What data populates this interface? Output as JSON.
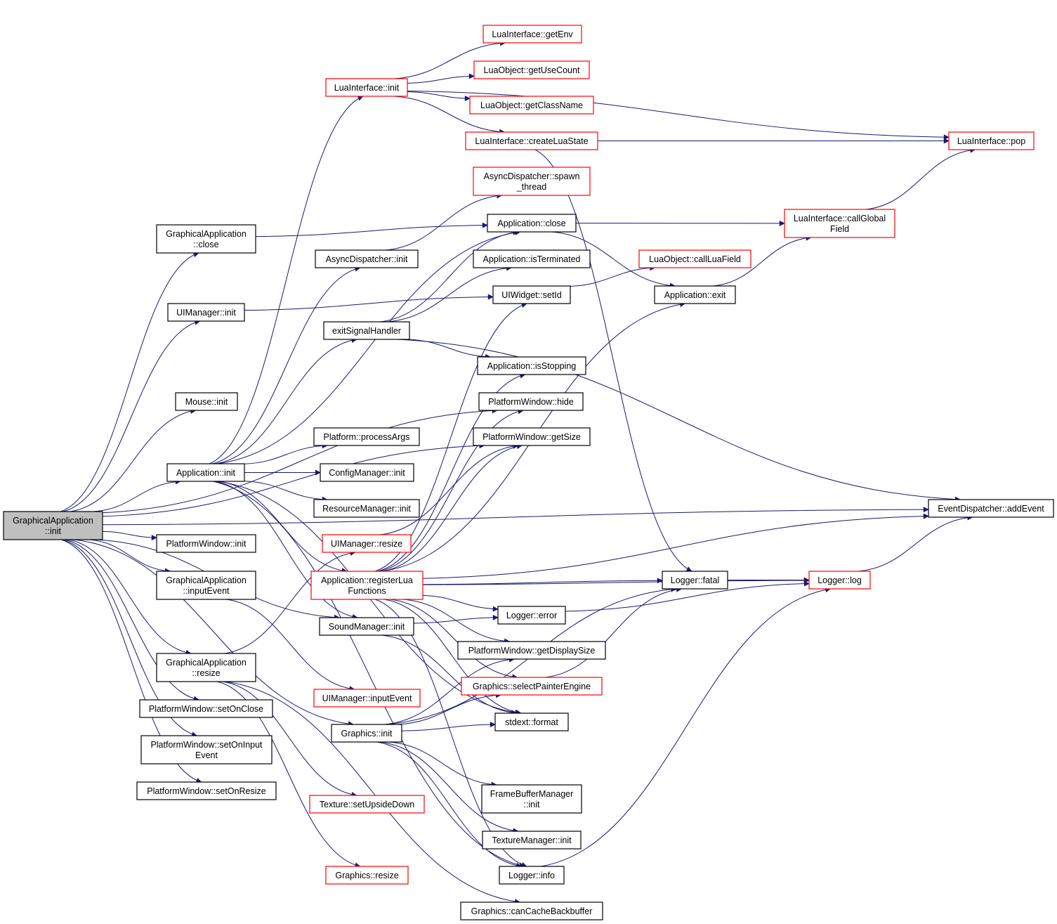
{
  "colors": {
    "edge": "#191970",
    "root_fill": "#bfbfbf",
    "node_fill": "#ffffff",
    "border_default": "#000000",
    "border_truncated": "#ff0000",
    "text": "#000000"
  },
  "nodes": [
    {
      "id": "root",
      "lines": [
        "GraphicalApplication",
        "::init"
      ],
      "root": true
    },
    {
      "id": "ga_close",
      "lines": [
        "GraphicalApplication",
        "::close"
      ]
    },
    {
      "id": "uimgr_init",
      "lines": [
        "UIManager::init"
      ]
    },
    {
      "id": "mouse_init",
      "lines": [
        "Mouse::init"
      ]
    },
    {
      "id": "app_init",
      "lines": [
        "Application::init"
      ]
    },
    {
      "id": "pw_init",
      "lines": [
        "PlatformWindow::init"
      ]
    },
    {
      "id": "ga_inputevent",
      "lines": [
        "GraphicalApplication",
        "::inputEvent"
      ]
    },
    {
      "id": "ga_resize",
      "lines": [
        "GraphicalApplication",
        "::resize"
      ]
    },
    {
      "id": "pw_setonclose",
      "lines": [
        "PlatformWindow::setOnClose"
      ]
    },
    {
      "id": "pw_setoninput",
      "lines": [
        "PlatformWindow::setOnInput",
        "Event"
      ]
    },
    {
      "id": "pw_setonresize",
      "lines": [
        "PlatformWindow::setOnResize"
      ]
    },
    {
      "id": "lua_init",
      "lines": [
        "LuaInterface::init"
      ],
      "truncated": true
    },
    {
      "id": "async_init",
      "lines": [
        "AsyncDispatcher::init"
      ]
    },
    {
      "id": "exitsig",
      "lines": [
        "exitSignalHandler"
      ]
    },
    {
      "id": "platform_args",
      "lines": [
        "Platform::processArgs"
      ]
    },
    {
      "id": "config_init",
      "lines": [
        "ConfigManager::init"
      ]
    },
    {
      "id": "resource_init",
      "lines": [
        "ResourceManager::init"
      ]
    },
    {
      "id": "uimgr_resize",
      "lines": [
        "UIManager::resize"
      ],
      "truncated": true
    },
    {
      "id": "app_reglua",
      "lines": [
        "Application::registerLua",
        "Functions"
      ],
      "truncated": true
    },
    {
      "id": "sound_init",
      "lines": [
        "SoundManager::init"
      ]
    },
    {
      "id": "uimgr_inputevent",
      "lines": [
        "UIManager::inputEvent"
      ],
      "truncated": true
    },
    {
      "id": "graphics_init",
      "lines": [
        "Graphics::init"
      ]
    },
    {
      "id": "texture_upside",
      "lines": [
        "Texture::setUpsideDown"
      ],
      "truncated": true
    },
    {
      "id": "graphics_resize",
      "lines": [
        "Graphics::resize"
      ],
      "truncated": true
    },
    {
      "id": "lua_getenv",
      "lines": [
        "LuaInterface::getEnv"
      ],
      "truncated": true
    },
    {
      "id": "luaobj_usecount",
      "lines": [
        "LuaObject::getUseCount"
      ],
      "truncated": true
    },
    {
      "id": "luaobj_classname",
      "lines": [
        "LuaObject::getClassName"
      ],
      "truncated": true
    },
    {
      "id": "lua_createstate",
      "lines": [
        "LuaInterface::createLuaState"
      ],
      "truncated": true
    },
    {
      "id": "async_spawn",
      "lines": [
        "AsyncDispatcher::spawn",
        "_thread"
      ],
      "truncated": true
    },
    {
      "id": "app_close",
      "lines": [
        "Application::close"
      ]
    },
    {
      "id": "app_isterminated",
      "lines": [
        "Application::isTerminated"
      ]
    },
    {
      "id": "uiwidget_setid",
      "lines": [
        "UIWidget::setId"
      ]
    },
    {
      "id": "app_isstopping",
      "lines": [
        "Application::isStopping"
      ]
    },
    {
      "id": "pw_hide",
      "lines": [
        "PlatformWindow::hide"
      ]
    },
    {
      "id": "pw_getsize",
      "lines": [
        "PlatformWindow::getSize"
      ]
    },
    {
      "id": "logger_error",
      "lines": [
        "Logger::error"
      ]
    },
    {
      "id": "pw_displaysize",
      "lines": [
        "PlatformWindow::getDisplaySize"
      ]
    },
    {
      "id": "gfx_selectpainter",
      "lines": [
        "Graphics::selectPainterEngine"
      ],
      "truncated": true
    },
    {
      "id": "stdext_format",
      "lines": [
        "stdext::format"
      ]
    },
    {
      "id": "fbm_init",
      "lines": [
        "FrameBufferManager",
        "::init"
      ]
    },
    {
      "id": "texmgr_init",
      "lines": [
        "TextureManager::init"
      ]
    },
    {
      "id": "logger_info",
      "lines": [
        "Logger::info"
      ]
    },
    {
      "id": "gfx_cancache",
      "lines": [
        "Graphics::canCacheBackbuffer"
      ]
    },
    {
      "id": "lua_pop",
      "lines": [
        "LuaInterface::pop"
      ],
      "truncated": true
    },
    {
      "id": "lua_callglobal",
      "lines": [
        "LuaInterface::callGlobal",
        "Field"
      ],
      "truncated": true
    },
    {
      "id": "luaobj_callluafield",
      "lines": [
        "LuaObject::callLuaField"
      ],
      "truncated": true
    },
    {
      "id": "app_exit",
      "lines": [
        "Application::exit"
      ]
    },
    {
      "id": "eventdisp_add",
      "lines": [
        "EventDispatcher::addEvent"
      ]
    },
    {
      "id": "logger_fatal",
      "lines": [
        "Logger::fatal"
      ]
    },
    {
      "id": "logger_log",
      "lines": [
        "Logger::log"
      ],
      "truncated": true
    }
  ],
  "edges": [
    [
      "root",
      "ga_close"
    ],
    [
      "root",
      "uimgr_init"
    ],
    [
      "root",
      "mouse_init"
    ],
    [
      "root",
      "app_init"
    ],
    [
      "root",
      "pw_init"
    ],
    [
      "root",
      "ga_inputevent"
    ],
    [
      "root",
      "ga_resize"
    ],
    [
      "root",
      "pw_setonclose"
    ],
    [
      "root",
      "pw_setoninput"
    ],
    [
      "root",
      "pw_setonresize"
    ],
    [
      "root",
      "pw_hide"
    ],
    [
      "root",
      "pw_getsize"
    ],
    [
      "root",
      "graphics_init"
    ],
    [
      "root",
      "sound_init"
    ],
    [
      "root",
      "eventdisp_add"
    ],
    [
      "ga_close",
      "app_close"
    ],
    [
      "uimgr_init",
      "uiwidget_setid"
    ],
    [
      "app_init",
      "lua_init"
    ],
    [
      "app_init",
      "async_init"
    ],
    [
      "app_init",
      "exitsig"
    ],
    [
      "app_init",
      "platform_args"
    ],
    [
      "app_init",
      "config_init"
    ],
    [
      "app_init",
      "resource_init"
    ],
    [
      "app_init",
      "app_reglua"
    ],
    [
      "app_init",
      "sound_init"
    ],
    [
      "app_init",
      "app_close"
    ],
    [
      "app_init",
      "stdext_format"
    ],
    [
      "app_init",
      "logger_info"
    ],
    [
      "ga_inputevent",
      "uimgr_inputevent"
    ],
    [
      "ga_resize",
      "uimgr_resize"
    ],
    [
      "ga_resize",
      "texture_upside"
    ],
    [
      "ga_resize",
      "graphics_resize"
    ],
    [
      "ga_resize",
      "gfx_cancache"
    ],
    [
      "lua_init",
      "lua_getenv"
    ],
    [
      "lua_init",
      "luaobj_usecount"
    ],
    [
      "lua_init",
      "luaobj_classname"
    ],
    [
      "lua_init",
      "lua_createstate"
    ],
    [
      "lua_init",
      "lua_pop"
    ],
    [
      "lua_createstate",
      "lua_pop"
    ],
    [
      "lua_createstate",
      "logger_fatal"
    ],
    [
      "async_init",
      "async_spawn"
    ],
    [
      "exitsig",
      "app_isterminated"
    ],
    [
      "exitsig",
      "app_close"
    ],
    [
      "exitsig",
      "app_isstopping"
    ],
    [
      "exitsig",
      "eventdisp_add"
    ],
    [
      "uimgr_resize",
      "pw_getsize"
    ],
    [
      "app_reglua",
      "app_isstopping"
    ],
    [
      "app_reglua",
      "uiwidget_setid"
    ],
    [
      "app_reglua",
      "pw_hide"
    ],
    [
      "app_reglua",
      "pw_getsize"
    ],
    [
      "app_reglua",
      "app_exit"
    ],
    [
      "app_reglua",
      "eventdisp_add"
    ],
    [
      "app_reglua",
      "logger_fatal"
    ],
    [
      "app_reglua",
      "logger_log"
    ],
    [
      "app_reglua",
      "logger_error"
    ],
    [
      "app_reglua",
      "pw_displaysize"
    ],
    [
      "app_reglua",
      "gfx_selectpainter"
    ],
    [
      "app_reglua",
      "stdext_format"
    ],
    [
      "app_reglua",
      "logger_info"
    ],
    [
      "sound_init",
      "logger_error"
    ],
    [
      "sound_init",
      "stdext_format"
    ],
    [
      "graphics_init",
      "stdext_format"
    ],
    [
      "graphics_init",
      "gfx_selectpainter"
    ],
    [
      "graphics_init",
      "pw_displaysize"
    ],
    [
      "graphics_init",
      "fbm_init"
    ],
    [
      "graphics_init",
      "texmgr_init"
    ],
    [
      "graphics_init",
      "logger_info"
    ],
    [
      "graphics_init",
      "logger_fatal"
    ],
    [
      "app_close",
      "lua_callglobal"
    ],
    [
      "app_close",
      "app_exit"
    ],
    [
      "uiwidget_setid",
      "luaobj_callluafield"
    ],
    [
      "lua_callglobal",
      "lua_pop"
    ],
    [
      "app_exit",
      "lua_callglobal"
    ],
    [
      "logger_error",
      "logger_log"
    ],
    [
      "gfx_selectpainter",
      "logger_fatal"
    ],
    [
      "logger_info",
      "logger_log"
    ],
    [
      "logger_fatal",
      "logger_log"
    ],
    [
      "logger_log",
      "eventdisp_add"
    ]
  ]
}
